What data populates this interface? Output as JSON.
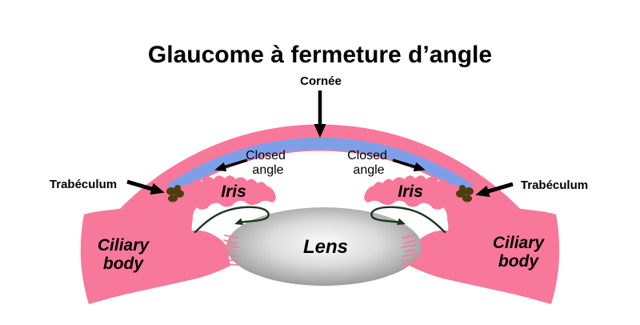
{
  "title": "Glaucome à fermeture d’angle",
  "labels": {
    "cornea": "Cornée",
    "closed_angle_line1": "Closed",
    "closed_angle_line2": "angle",
    "iris": "Iris",
    "trabeculum": "Trabéculum",
    "ciliary_line1": "Ciliary",
    "ciliary_line2": "body",
    "lens": "Lens"
  },
  "colors": {
    "tissue_pink": "#F8789B",
    "cornea_blue": "#7E9FE8",
    "trabeculum_brown": "#4E3D0E",
    "flow_arrow_green": "#17361D",
    "label_black": "#000000",
    "lens_gray_center": "#FBFBFB",
    "lens_gray_edge": "#828282",
    "background": "#FFFFFF"
  }
}
